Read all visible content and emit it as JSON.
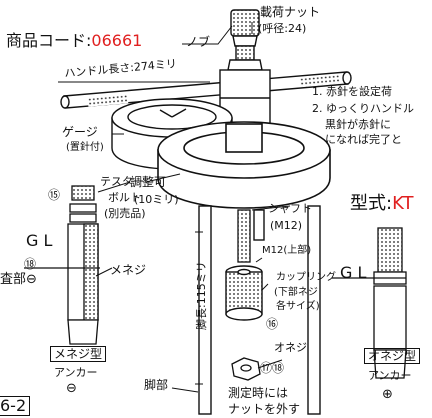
{
  "header": {
    "code_label": "商品コード:",
    "code_value": "06661",
    "accent_color": "#e02020"
  },
  "labels": {
    "nob": "ノブ",
    "load_nut": "載荷ナット",
    "load_nut_dia": "(呼径:24)",
    "handle_length": "ハンドル長さ:274ミリ",
    "gauge": "ゲージ",
    "gauge_sub": "(置針付)",
    "tester_bolt_1": "テスター",
    "tester_bolt_2": "ボルト",
    "tester_bolt_3": "(別売品)",
    "adjustable_1": "調整可",
    "adjustable_2": "(10ミリ)",
    "shaft": "シャフト",
    "shaft_size": "(M12)",
    "m12_upper": "M12(上部)",
    "coupling": "カップリング",
    "coupling_sub1": "(下部ネジ",
    "coupling_sub2": "各サイズ)",
    "leg_length": "脚長:115ミリ",
    "male_nut": "オネジ",
    "nut_note_1": "測定時には",
    "nut_note_2": "ナットを外す",
    "leg": "脚部",
    "gl_left": "G L",
    "inspection_left": "査部⊖",
    "mesneji_left": "メネジ",
    "mesneji_type": "メネジ型",
    "anchor_left": "アンカー",
    "minus_symbol": "⊖",
    "plus_symbol": "⊕",
    "gl_right": "G L",
    "oneji_type": "オネジ型",
    "anchor_right": "アンカー",
    "model_label": "型式:",
    "model_value": "KT",
    "page_num": "6-2"
  },
  "badges": {
    "n15": "⑮",
    "n18": "⑱",
    "n16": "⑯",
    "n17_18": "⑰⑱"
  },
  "instructions": [
    "1. 赤針を設定荷",
    "2. ゆっくりハンドル",
    "黒針が赤針に",
    "になれば完了と"
  ]
}
